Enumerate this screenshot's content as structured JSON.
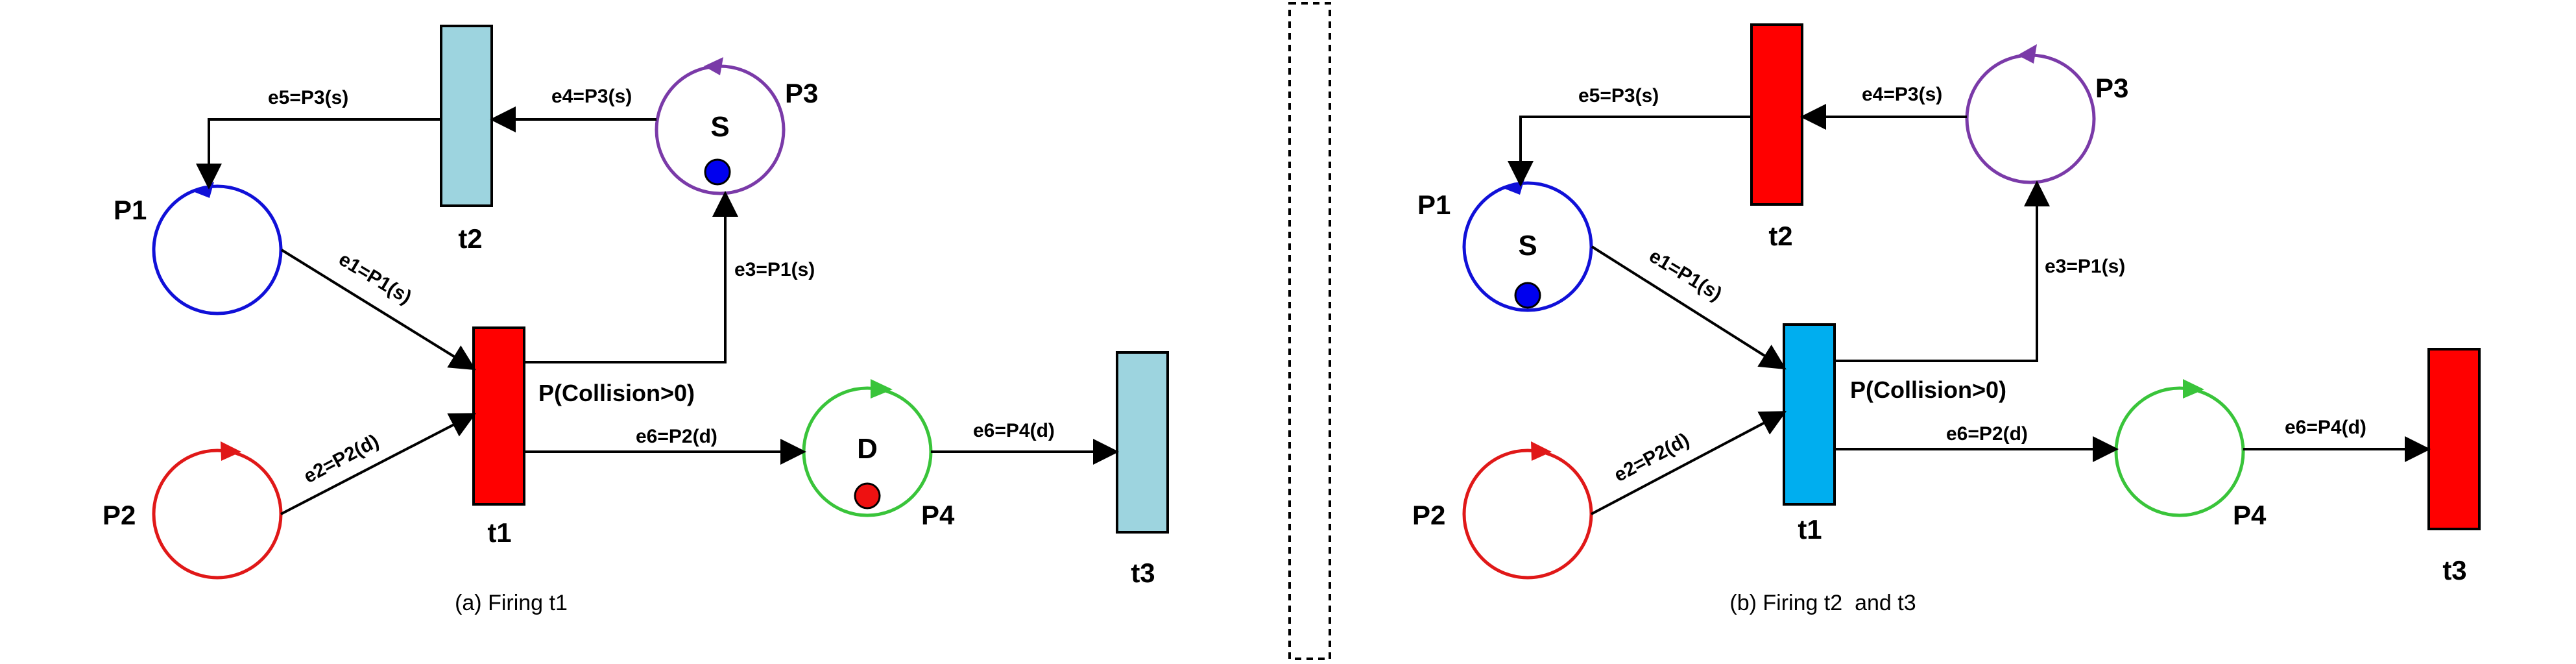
{
  "colors": {
    "p1": "#1010d8",
    "p2": "#e01818",
    "p3": "#7a3aa8",
    "p4": "#39c43a",
    "transition_enabled_red": "#ff0000",
    "transition_idle_lightblue": "#9dd4df",
    "transition_firing_cyan": "#00aeef",
    "token_blue": "#0000ee",
    "token_red": "#ee1111"
  },
  "panel_a": {
    "caption": "(a) Firing t1",
    "places": {
      "p1": "P1",
      "p2": "P2",
      "p3": "P3",
      "p4": "P4"
    },
    "transitions": {
      "t1": "t1",
      "t2": "t2",
      "t3": "t3"
    },
    "tokens": {
      "p3": "S",
      "p4": "D"
    },
    "edges": {
      "e1": "e1=P1(s)",
      "e2": "e2=P2(d)",
      "e3": "e3=P1(s)",
      "e4": "e4=P3(s)",
      "e5": "e5=P3(s)",
      "e6a": "e6=P2(d)",
      "e6b": "e6=P4(d)"
    },
    "probability": "P(Collision>0)"
  },
  "panel_b": {
    "caption": "(b) Firing t2  and t3",
    "places": {
      "p1": "P1",
      "p2": "P2",
      "p3": "P3",
      "p4": "P4"
    },
    "transitions": {
      "t1": "t1",
      "t2": "t2",
      "t3": "t3"
    },
    "tokens": {
      "p1": "S"
    },
    "edges": {
      "e1": "e1=P1(s)",
      "e2": "e2=P2(d)",
      "e3": "e3=P1(s)",
      "e4": "e4=P3(s)",
      "e5": "e5=P3(s)",
      "e6a": "e6=P2(d)",
      "e6b": "e6=P4(d)"
    },
    "probability": "P(Collision>0)"
  }
}
